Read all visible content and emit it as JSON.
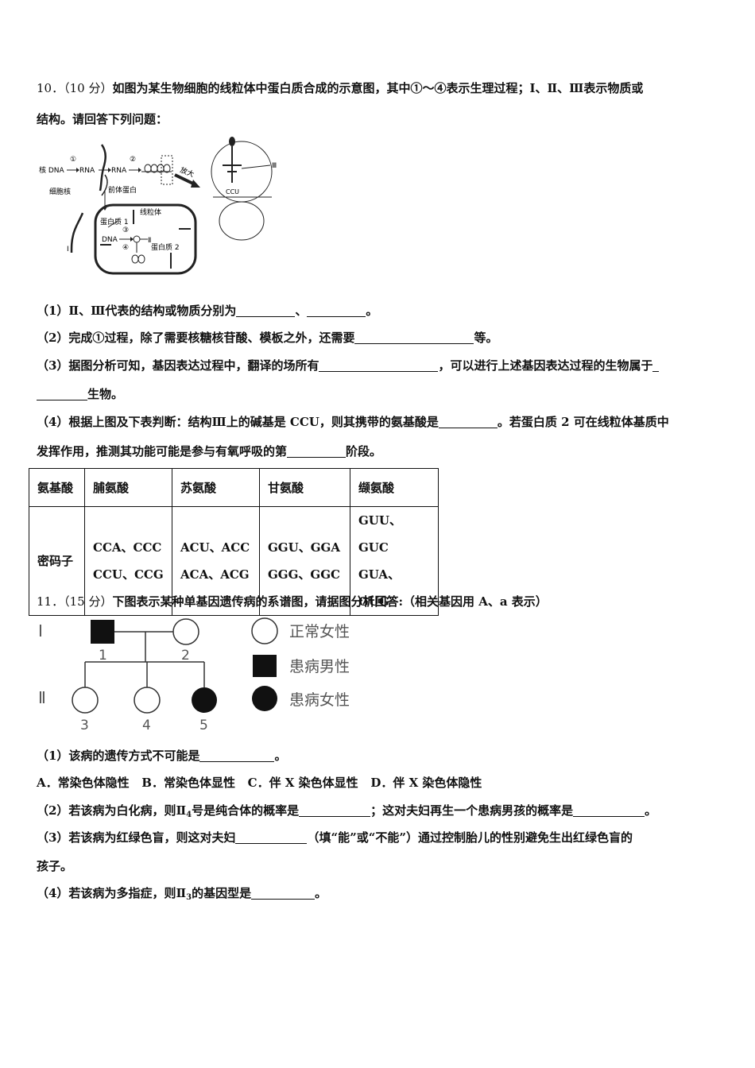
{
  "q10": {
    "number": "10．",
    "score": "（10 分）",
    "line1": "如图为某生物细胞的线粒体中蛋白质合成的示意图，其中①～④表示生理过程；Ⅰ、Ⅱ、Ⅲ表示物质或",
    "line2": "结构。请回答下列问题：",
    "diagram": {
      "nuclear_dna": "核 DNA",
      "rna1": "RNA",
      "rna2": "RNA",
      "step1": "①",
      "step2": "②",
      "step3": "③",
      "step4": "④",
      "nucleus": "细胞核",
      "precursor": "前体蛋白",
      "zoom": "放大",
      "mitochondrion": "线粒体",
      "protein1": "蛋白质 1",
      "protein2": "蛋白质 2",
      "dna": "DNA",
      "label_II": "Ⅱ",
      "label_III": "Ⅲ",
      "label_I": "Ⅰ",
      "anticodon": "CCU"
    },
    "p1": "（1）Ⅱ、Ⅲ代表的结构或物质分别为",
    "p1_mid": "、",
    "p1_end": "。",
    "p2": "（2）完成①过程，除了需要核糖核苷酸、模板之外，还需要",
    "p2_end": "等。",
    "p3": "（3）据图分析可知，基因表达过程中，翻译的场所有",
    "p3_mid": "，可以进行上述基因表达过程的生物属于",
    "p3_tail": "生物。",
    "p4": "（4）根据上图及下表判断：结构Ⅲ上的碱基是 CCU，则其携带的氨基酸是",
    "p4_mid": "。若蛋白质 2 可在线粒体基质中",
    "p4_line2": "发挥作用，推测其功能可能是参与有氧呼吸的第",
    "p4_end": "阶段。",
    "table": {
      "header": [
        "氨基酸",
        "脯氨酸",
        "苏氨酸",
        "甘氨酸",
        "缬氨酸"
      ],
      "row_label": "密码子",
      "codons": [
        [
          "CCA、CCC",
          "CCU、CCG"
        ],
        [
          "ACU、ACC",
          "ACA、ACG"
        ],
        [
          "GGU、GGA",
          "GGG、GGC"
        ],
        [
          "GUU、GUC",
          "GUA、GUG"
        ]
      ]
    }
  },
  "q11": {
    "number": "11．",
    "score": "（15 分）",
    "intro": "下图表示某种单基因遗传病的系谱图，请据图分析回答:（相关基因用 A、a 表示）",
    "pedigree": {
      "gen1": "Ⅰ",
      "gen2": "Ⅱ",
      "ind1": "1",
      "ind2": "2",
      "ind3": "3",
      "ind4": "4",
      "ind5": "5",
      "legend_normal_female": "正常女性",
      "legend_affected_male": "患病男性",
      "legend_affected_female": "患病女性"
    },
    "p1": "（1）该病的遗传方式不可能是",
    "p1_end": "。",
    "options": "A．常染色体隐性   B．常染色体显性   C．伴 X 染色体显性   D．伴 X 染色体隐性",
    "p2a": "（2）若该病为白化病，则Ⅱ",
    "p2_sub": "4",
    "p2b": "号是纯合体的概率是",
    "p2c": "；这对夫妇再生一个患病男孩的概率是",
    "p2_end": "。",
    "p3": "（3）若该病为红绿色盲，则这对夫妇",
    "p3_mid": "（填“能”或“不能”）通过控制胎儿的性别避免生出红绿色盲的",
    "p3_line2": "孩子。",
    "p4a": "（4）若该病为多指症，则Ⅱ",
    "p4_sub": "3",
    "p4b": "的基因型是",
    "p4_end": "。"
  }
}
